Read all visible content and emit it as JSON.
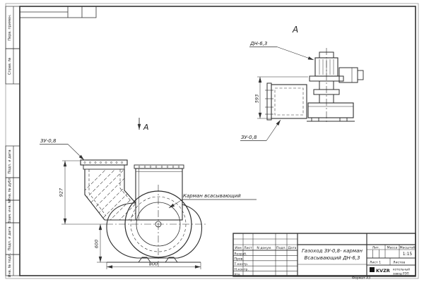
{
  "sheet": {
    "format_label": "Формат А3"
  },
  "margins": {
    "top_labels": [
      "Перв. примен.",
      "Справ. №"
    ],
    "bottom_labels": [
      "Подп. и дата",
      "Инв. № дубл.",
      "Взам. инв. №",
      "Подп. и дата",
      "Инв. № подл."
    ]
  },
  "front_view": {
    "duct_label": "ЗУ-0,8",
    "pocket_label": "Карман всасывающий",
    "dim_height_total": "927",
    "dim_axis_height": "600",
    "dim_width": "800",
    "view_marker": "А"
  },
  "view_a": {
    "marker": "А",
    "fan_label": "ДН-6,3",
    "duct_label": "ЗУ-0,8",
    "dim_height": "593"
  },
  "title_block": {
    "header_cells": [
      "Изм",
      "Лист",
      "N докум.",
      "Подп.",
      "Дата"
    ],
    "row_labels": [
      "Разраб.",
      "Пров.",
      "Т.контр.",
      "Н.контр.",
      "Утв."
    ],
    "doc_name_line1": "Газоход ЗУ-0,8- карман",
    "doc_name_line2": "Всасывающий ДН-6,3",
    "lit_label": "Лит.",
    "mass_label": "Масса",
    "scale_label": "Масштаб",
    "scale_value": "1:15",
    "sheet_no_label": "Лист 1",
    "sheets_label": "Листов",
    "logo_text": "KVZR",
    "company_line1": "котельный",
    "company_line2": "завод РЭП"
  }
}
